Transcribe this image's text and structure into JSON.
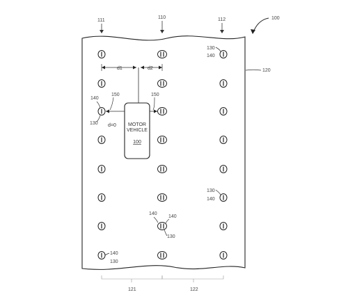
{
  "figure": {
    "refs": {
      "r100": "100",
      "r111": "111",
      "r110": "110",
      "r112": "112",
      "r120": "120",
      "r130a": "130",
      "r140a": "140",
      "r140b": "140",
      "r150a": "150",
      "r150b": "150",
      "r130b": "130",
      "r130c": "130",
      "r140c": "140",
      "r140d": "140",
      "r140e": "140",
      "r130d": "130",
      "r140f": "140",
      "r130e": "130",
      "r121": "121",
      "r122": "122"
    },
    "dims": {
      "d1": "d1",
      "d2": "d2",
      "d0": "d=0"
    },
    "vehicle": {
      "line1": "MOTOR",
      "line2": "VEHICLE",
      "number": "100"
    },
    "colors": {
      "ink": "#333333",
      "light": "#888888",
      "background": "#ffffff"
    }
  }
}
